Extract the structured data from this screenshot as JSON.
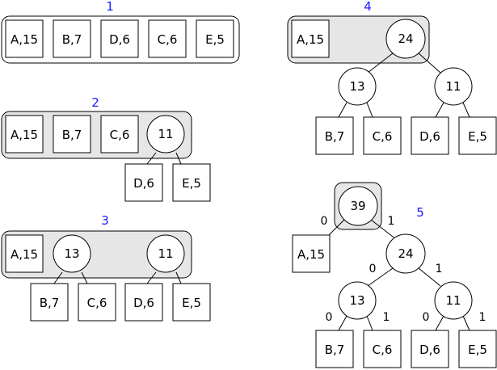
{
  "diagram": {
    "colors": {
      "step": "#1a1aff",
      "queue_fill": "#e6e6e6",
      "line": "#000000"
    },
    "steps": {
      "s1": {
        "label": "1",
        "leaves": [
          "A,15",
          "B,7",
          "D,6",
          "C,6",
          "E,5"
        ]
      },
      "s2": {
        "label": "2",
        "leaves": [
          "A,15",
          "B,7",
          "C,6"
        ],
        "node": "11",
        "children": [
          "D,6",
          "E,5"
        ]
      },
      "s3": {
        "label": "3",
        "leaves": [
          "A,15"
        ],
        "node_a": "13",
        "children_a": [
          "B,7",
          "C,6"
        ],
        "node_b": "11",
        "children_b": [
          "D,6",
          "E,5"
        ]
      },
      "s4": {
        "label": "4",
        "leaves": [
          "A,15"
        ],
        "root": "24",
        "left": "13",
        "right": "11",
        "left_children": [
          "B,7",
          "C,6"
        ],
        "right_children": [
          "D,6",
          "E,5"
        ]
      },
      "s5": {
        "label": "5",
        "root": "39",
        "root_left_leaf": "A,15",
        "mid": "24",
        "left": "13",
        "right": "11",
        "left_children": [
          "B,7",
          "C,6"
        ],
        "right_children": [
          "D,6",
          "E,5"
        ],
        "bits": {
          "root_left": "0",
          "root_right": "1",
          "mid_left": "0",
          "mid_right": "1",
          "left_left": "0",
          "left_right": "1",
          "right_left": "0",
          "right_right": "1"
        }
      }
    }
  }
}
